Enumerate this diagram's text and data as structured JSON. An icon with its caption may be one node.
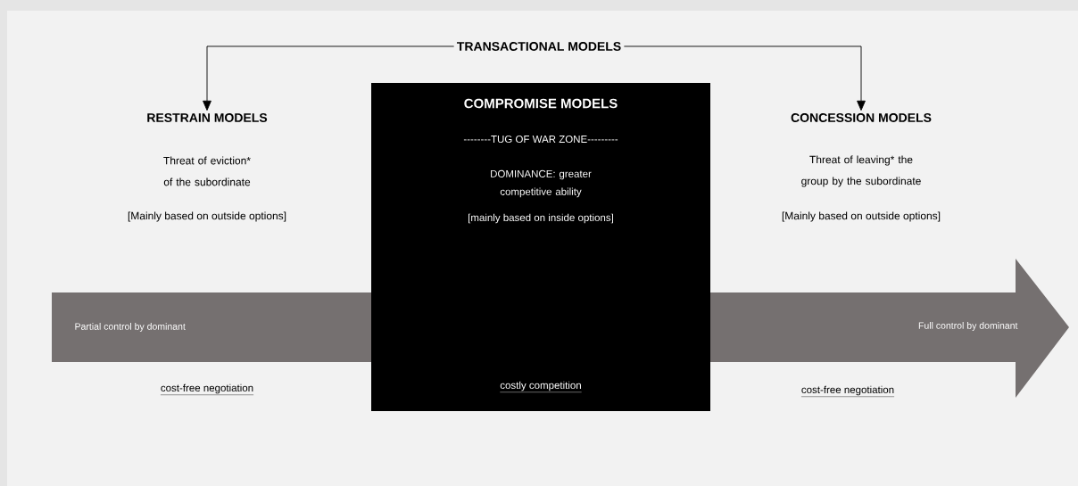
{
  "diagram": {
    "nodes": [
      {
        "text": [
          "TRANSACTIONAL MODELS"
        ]
      },
      {
        "text": [
          "RESTRAIN MODELS",
          "Threat of eviction* of the subordinate",
          "[Mainly based on outside options]"
        ]
      },
      {
        "text": [
          "COMPROMISE MODELS",
          "--------TUG OF WAR ZONE---------",
          "DOMINANCE: greater competitive ability",
          "[mainly based on inside options]",
          "costly competition"
        ]
      },
      {
        "text": [
          "CONCESSION MODELS",
          "Threat of leaving* the group by the subordinate",
          "[Mainly based on outside options]"
        ]
      },
      {
        "text": [
          "Partial control by dominant",
          "Full control by dominant"
        ]
      }
    ],
    "edges": [
      {
        "from": 0,
        "to": 1,
        "arrow": "to"
      },
      {
        "from": 0,
        "to": 3,
        "arrow": "to"
      }
    ],
    "labels": [
      "cost-free negotiation",
      "cost-free negotiation"
    ]
  }
}
